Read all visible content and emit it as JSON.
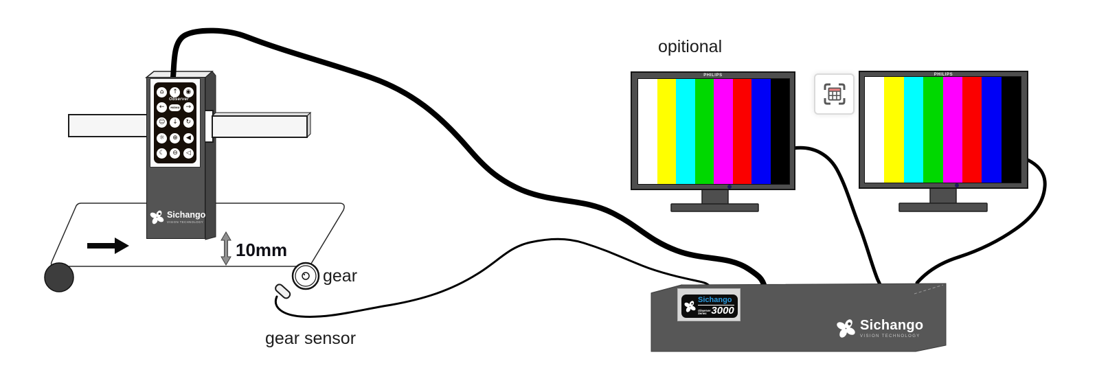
{
  "diagram": {
    "labels": {
      "optional": "opitional",
      "distance": "10mm",
      "gear": "gear",
      "gear_sensor": "gear sensor"
    },
    "camera": {
      "brand": "Sichango",
      "tagline": "VISION TECHNOLOGY",
      "model": "Observer",
      "keys": [
        "⌂",
        "↑",
        "◉",
        "←",
        "MENU",
        "→",
        "☺",
        "↓",
        "↻",
        "☼",
        "⊕",
        "◀",
        "☾",
        "⊖",
        "◁"
      ]
    },
    "monitors": {
      "brand": "PHILIPS",
      "bars": [
        "#ffffff",
        "#ffff00",
        "#00ffff",
        "#00d800",
        "#ff00ff",
        "#fb0000",
        "#0000f6",
        "#000000"
      ]
    },
    "processor": {
      "badge_brand": "Sichango",
      "badge_line1": "Observer",
      "badge_line2": "Series",
      "badge_model": "3000",
      "brand": "Sichango",
      "tagline": "VISION TECHNOLOGY"
    },
    "colors": {
      "badge_brand_blue": "#2b9be0",
      "icon_table_red": "#ee8383",
      "led_navy": "#1c1c62",
      "chassis_gray": "#575757"
    }
  }
}
